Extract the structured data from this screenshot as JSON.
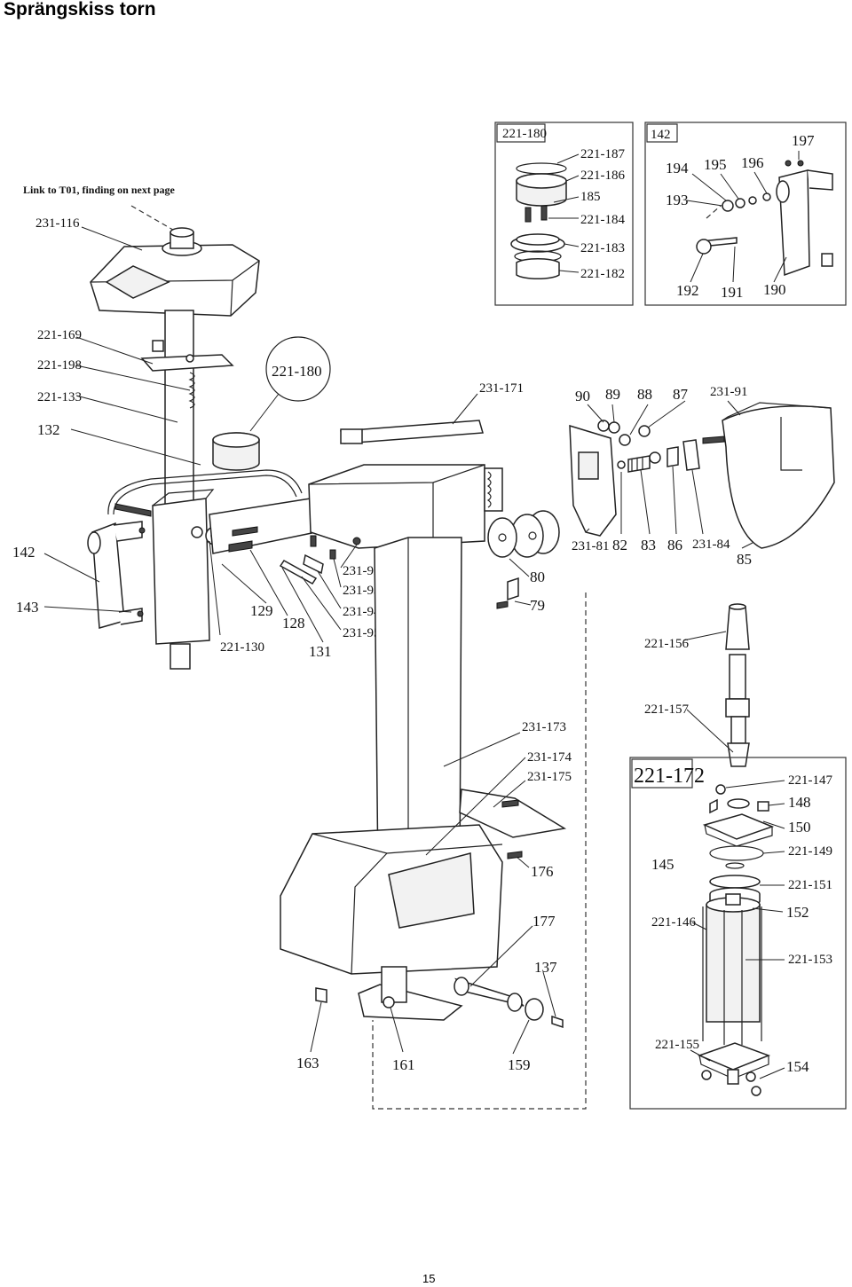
{
  "page": {
    "title": "Sprängskiss torn",
    "number": "15"
  },
  "note": {
    "link_text": "Link to T01, finding on next page"
  },
  "detail_boxes": {
    "seal_kit": {
      "title": "221-180"
    },
    "handle_kit": {
      "title": "142"
    },
    "cylinder_kit": {
      "title": "221-172"
    }
  },
  "labels": {
    "l_231_116": "231-116",
    "l_221_169": "221-169",
    "l_221_198": "221-198",
    "l_221_133": "221-133",
    "l_132": "132",
    "l_221_180": "221-180",
    "l_231_171": "231-171",
    "l_142": "142",
    "l_143": "143",
    "l_129": "129",
    "l_128": "128",
    "l_131": "131",
    "l_221_130": "221-130",
    "l_231_92": "231-92",
    "l_231_93": "231-93",
    "l_231_94": "231-94",
    "l_231_95": "231-95",
    "l_80": "80",
    "l_79": "79",
    "l_90": "90",
    "l_89": "89",
    "l_88": "88",
    "l_87": "87",
    "l_231_91": "231-91",
    "l_231_81": "231-81",
    "l_82": "82",
    "l_83": "83",
    "l_86": "86",
    "l_231_84": "231-84",
    "l_85": "85",
    "l_221_187": "221-187",
    "l_221_186": "221-186",
    "l_185": "185",
    "l_221_184": "221-184",
    "l_221_183": "221-183",
    "l_221_182": "221-182",
    "l_197": "197",
    "l_194": "194",
    "l_195": "195",
    "l_196": "196",
    "l_193": "193",
    "l_192": "192",
    "l_191": "191",
    "l_190": "190",
    "l_221_156": "221-156",
    "l_221_157": "221-157",
    "l_231_173": "231-173",
    "l_231_174": "231-174",
    "l_231_175": "231-175",
    "l_176": "176",
    "l_177": "177",
    "l_137": "137",
    "l_163": "163",
    "l_161": "161",
    "l_159": "159",
    "l_221_147": "221-147",
    "l_148": "148",
    "l_150": "150",
    "l_221_149": "221-149",
    "l_145": "145",
    "l_221_151": "221-151",
    "l_152": "152",
    "l_221_146": "221-146",
    "l_221_153": "221-153",
    "l_221_155": "221-155",
    "l_154": "154"
  }
}
